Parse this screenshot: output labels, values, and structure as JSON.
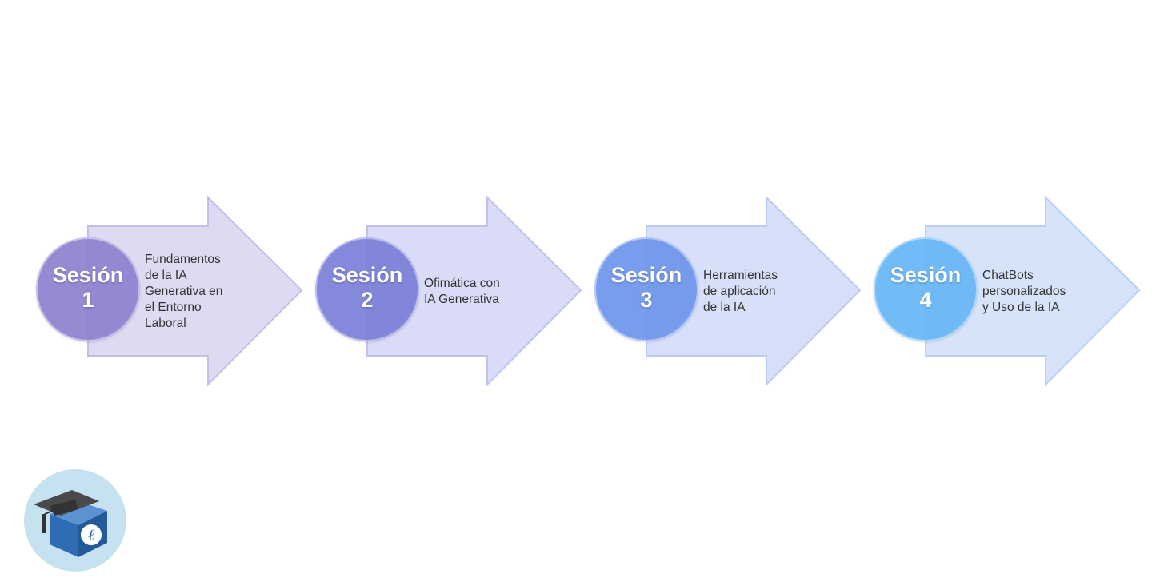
{
  "steps": [
    {
      "session_word": "Sesión",
      "number": "1",
      "lines": [
        "Fundamentos",
        "de la IA",
        "Generativa en",
        "el Entorno",
        "Laboral"
      ],
      "circle_color": "#8F81D0",
      "arrow_color": "#D9D6EF",
      "arrow_stroke": "#C4BEE6"
    },
    {
      "session_word": "Sesión",
      "number": "2",
      "lines": [
        "Ofimática con",
        "IA Generativa"
      ],
      "circle_color": "#7A7FD9",
      "arrow_color": "#D6D7F6",
      "arrow_stroke": "#C0C2EE"
    },
    {
      "session_word": "Sesión",
      "number": "3",
      "lines": [
        "Herramientas",
        "de aplicación",
        "de la IA"
      ],
      "circle_color": "#6E95EC",
      "arrow_color": "#D4DCF7",
      "arrow_stroke": "#BCCBF0"
    },
    {
      "session_word": "Sesión",
      "number": "4",
      "lines": [
        "ChatBots",
        "personalizados",
        "y Uso de la IA"
      ],
      "circle_color": "#66B6F6",
      "arrow_color": "#D2E0F8",
      "arrow_stroke": "#B9CFF2"
    }
  ],
  "logo": {
    "icon": "graduation-cap-box-icon",
    "background": "#C6E2F0",
    "box_color": "#2E6DB4",
    "cap_color": "#4A4A4A"
  }
}
